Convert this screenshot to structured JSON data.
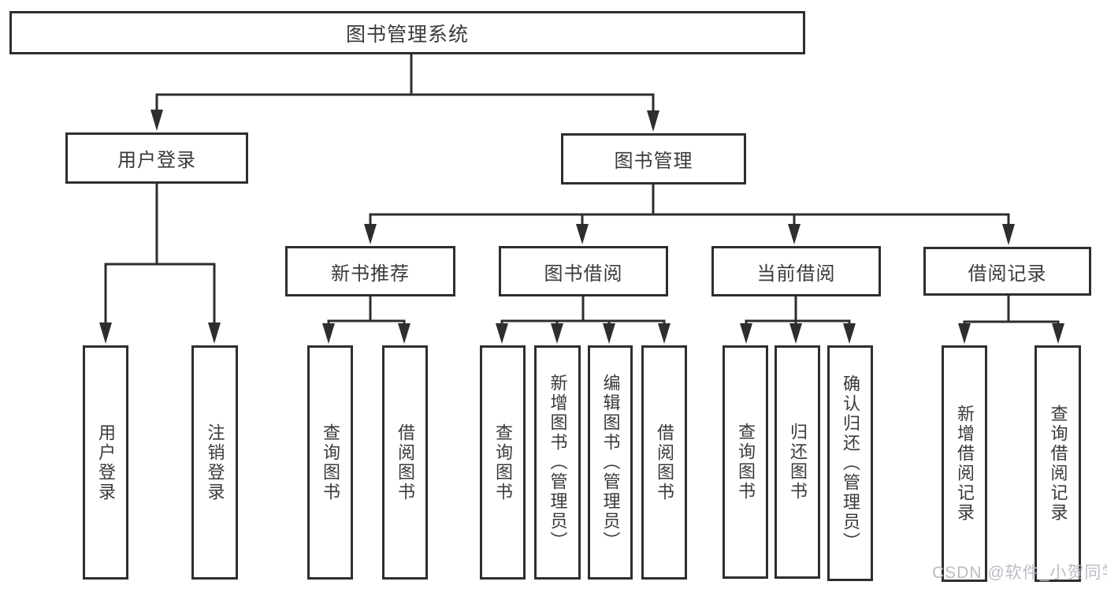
{
  "diagram": {
    "watermark": "CSDN @软件_小贺同学",
    "colors": {
      "line": "#2e2e2e",
      "text": "#3a3a3a",
      "box_background": "#ffffff",
      "watermark": "#b9bdc4",
      "background": "#ffffff"
    },
    "tree": {
      "label": "图书管理系统",
      "children": [
        {
          "label": "用户登录",
          "children": [
            {
              "label": "用户登录"
            },
            {
              "label": "注销登录"
            }
          ]
        },
        {
          "label": "图书管理",
          "children": [
            {
              "label": "新书推荐",
              "children": [
                {
                  "label": "查询图书"
                },
                {
                  "label": "借阅图书"
                }
              ]
            },
            {
              "label": "图书借阅",
              "children": [
                {
                  "label": "查询图书"
                },
                {
                  "label": "新增图书（管理员）"
                },
                {
                  "label": "编辑图书（管理员）"
                },
                {
                  "label": "借阅图书"
                }
              ]
            },
            {
              "label": "当前借阅",
              "children": [
                {
                  "label": "查询图书"
                },
                {
                  "label": "归还图书"
                },
                {
                  "label": "确认归还（管理员）"
                }
              ]
            },
            {
              "label": "借阅记录",
              "children": [
                {
                  "label": "新增借阅记录"
                },
                {
                  "label": "查询借阅记录"
                }
              ]
            }
          ]
        }
      ]
    }
  }
}
